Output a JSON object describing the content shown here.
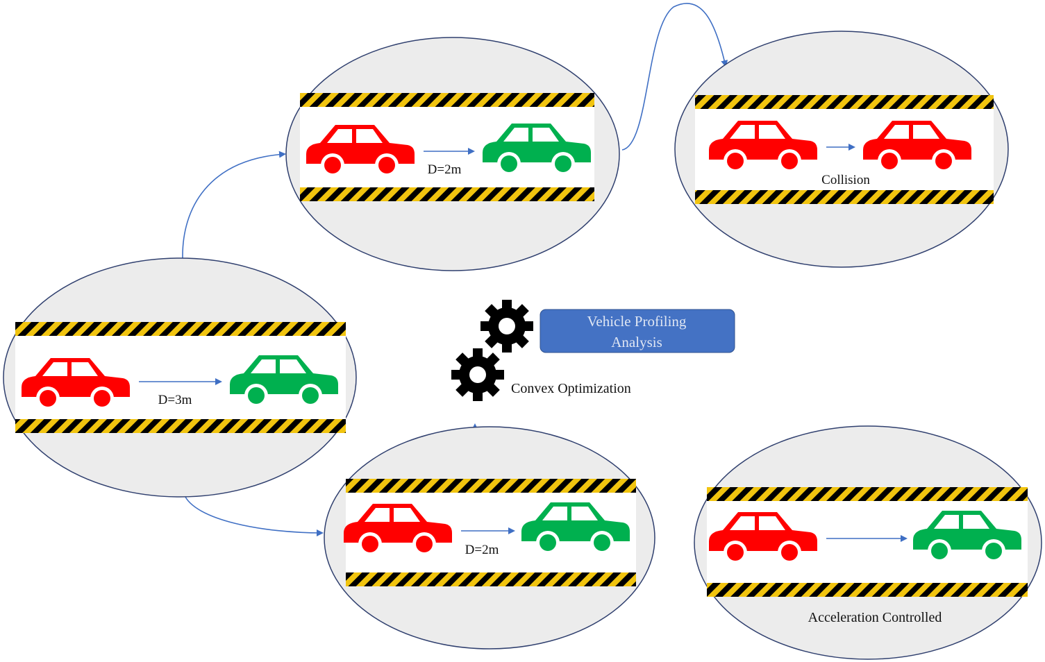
{
  "colors": {
    "ellipse_fill": "#ececec",
    "ellipse_stroke": "#2f3f6e",
    "lane_fill": "#ffffff",
    "stripe_yellow": "#f1c40f",
    "stripe_black": "#000000",
    "car_red": "#ff0000",
    "car_green": "#00b04f",
    "arrow": "#3f6fc4",
    "box_fill": "#4472c4",
    "box_text": "#dfe6f3",
    "gear": "#000000"
  },
  "icons": [
    "car-icon",
    "gear-icon",
    "hazard-stripe"
  ],
  "scenarios": {
    "start": {
      "distance_label": "D=3m",
      "lead_color": "red",
      "follow_color": "green"
    },
    "no_control": {
      "distance_label": "D=2m",
      "lead_color": "red",
      "follow_color": "green"
    },
    "collision": {
      "caption": "Collision",
      "lead_color": "red",
      "follow_color": "red"
    },
    "controlled": {
      "distance_label": "D=2m",
      "lead_color": "red",
      "follow_color": "green"
    },
    "result": {
      "caption": "Acceleration Controlled",
      "lead_color": "red",
      "follow_color": "green"
    }
  },
  "center": {
    "box_lines": [
      "Vehicle Profiling",
      "Analysis"
    ],
    "optimization_label": "Convex Optimization"
  }
}
